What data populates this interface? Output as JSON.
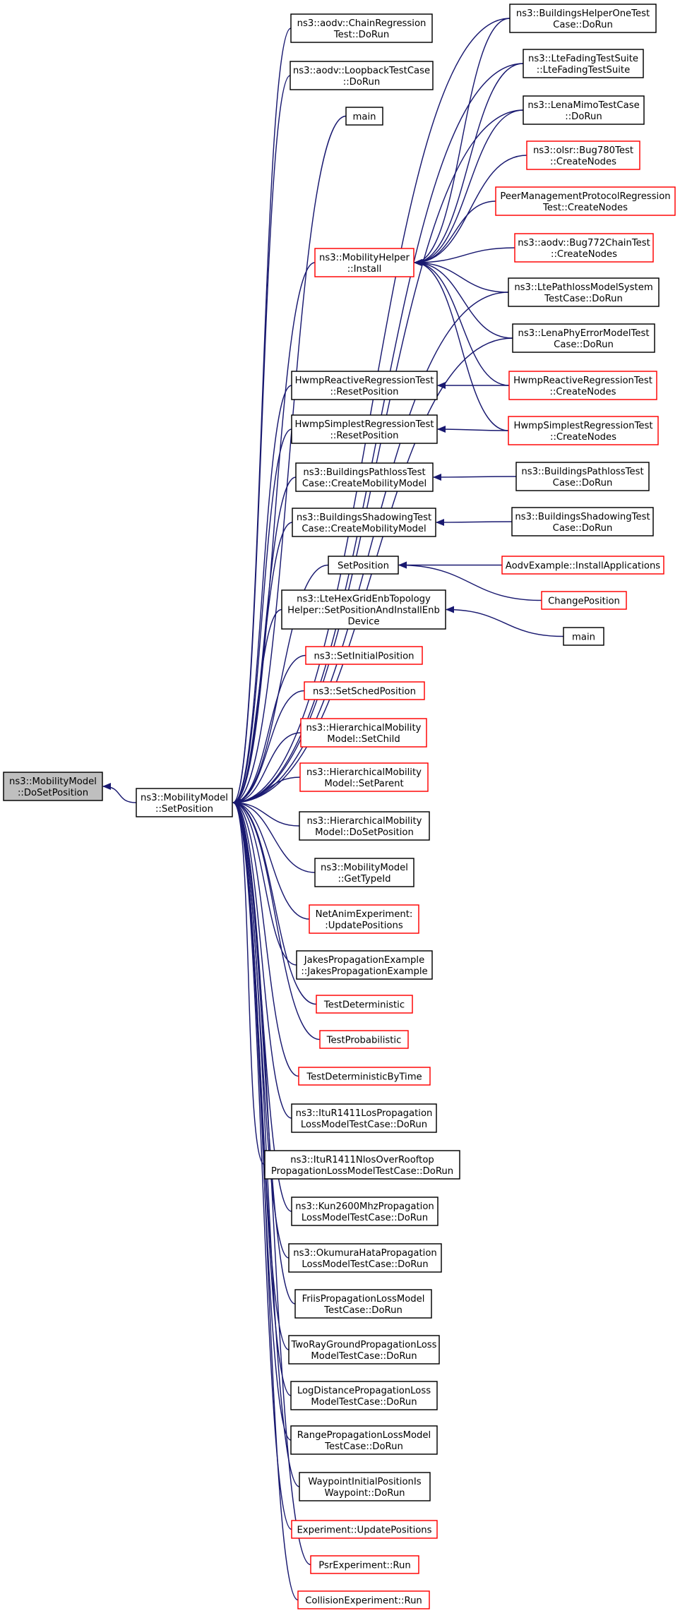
{
  "colors": {
    "edge": "#191970",
    "border_black": "#000000",
    "border_red": "#ff0000",
    "root_fill": "#bfbfbf",
    "node_fill": "#ffffff"
  },
  "nodes": [
    {
      "id": "root",
      "lines": [
        "ns3::MobilityModel",
        "::DoSetPosition"
      ],
      "style": "root"
    },
    {
      "id": "setpos",
      "lines": [
        "ns3::MobilityModel",
        "::SetPosition"
      ],
      "style": "black"
    },
    {
      "id": "aodvchain",
      "lines": [
        "ns3::aodv::ChainRegression",
        "Test::DoRun"
      ],
      "style": "black"
    },
    {
      "id": "aodvloop",
      "lines": [
        "ns3::aodv::LoopbackTestCase",
        "::DoRun"
      ],
      "style": "black"
    },
    {
      "id": "main1",
      "lines": [
        "main"
      ],
      "style": "black"
    },
    {
      "id": "install",
      "lines": [
        "ns3::MobilityHelper",
        "::Install"
      ],
      "style": "red"
    },
    {
      "id": "hwmpreset",
      "lines": [
        "HwmpReactiveRegressionTest",
        "::ResetPosition"
      ],
      "style": "black"
    },
    {
      "id": "hwmpsimreset",
      "lines": [
        "HwmpSimplestRegressionTest",
        "::ResetPosition"
      ],
      "style": "black"
    },
    {
      "id": "bpathmodel",
      "lines": [
        "ns3::BuildingsPathlossTest",
        "Case::CreateMobilityModel"
      ],
      "style": "black"
    },
    {
      "id": "bshadmodel",
      "lines": [
        "ns3::BuildingsShadowingTest",
        "Case::CreateMobilityModel"
      ],
      "style": "black"
    },
    {
      "id": "setposition",
      "lines": [
        "SetPosition"
      ],
      "style": "black"
    },
    {
      "id": "ltehex",
      "lines": [
        "ns3::LteHexGridEnbTopology",
        "Helper::SetPositionAndInstallEnb",
        "Device"
      ],
      "style": "black"
    },
    {
      "id": "setinit",
      "lines": [
        "ns3::SetInitialPosition"
      ],
      "style": "red"
    },
    {
      "id": "setsched",
      "lines": [
        "ns3::SetSchedPosition"
      ],
      "style": "red"
    },
    {
      "id": "hiersetchild",
      "lines": [
        "ns3::HierarchicalMobility",
        "Model::SetChild"
      ],
      "style": "red"
    },
    {
      "id": "hiersetparent",
      "lines": [
        "ns3::HierarchicalMobility",
        "Model::SetParent"
      ],
      "style": "red"
    },
    {
      "id": "hierdoset",
      "lines": [
        "ns3::HierarchicalMobility",
        "Model::DoSetPosition"
      ],
      "style": "black"
    },
    {
      "id": "gettypeid",
      "lines": [
        "ns3::MobilityModel",
        "::GetTypeId"
      ],
      "style": "black"
    },
    {
      "id": "netanim",
      "lines": [
        "NetAnimExperiment:",
        ":UpdatePositions"
      ],
      "style": "red"
    },
    {
      "id": "jakes",
      "lines": [
        "JakesPropagationExample",
        "::JakesPropagationExample"
      ],
      "style": "black"
    },
    {
      "id": "testdet",
      "lines": [
        "TestDeterministic"
      ],
      "style": "red"
    },
    {
      "id": "testprob",
      "lines": [
        "TestProbabilistic"
      ],
      "style": "red"
    },
    {
      "id": "testdetbytime",
      "lines": [
        "TestDeterministicByTime"
      ],
      "style": "red"
    },
    {
      "id": "itulos",
      "lines": [
        "ns3::ItuR1411LosPropagation",
        "LossModelTestCase::DoRun"
      ],
      "style": "black"
    },
    {
      "id": "itunlos",
      "lines": [
        "ns3::ItuR1411NlosOverRooftop",
        "PropagationLossModelTestCase::DoRun"
      ],
      "style": "black"
    },
    {
      "id": "kun",
      "lines": [
        "ns3::Kun2600MhzPropagation",
        "LossModelTestCase::DoRun"
      ],
      "style": "black"
    },
    {
      "id": "okumura",
      "lines": [
        "ns3::OkumuraHataPropagation",
        "LossModelTestCase::DoRun"
      ],
      "style": "black"
    },
    {
      "id": "friis",
      "lines": [
        "FriisPropagationLossModel",
        "TestCase::DoRun"
      ],
      "style": "black"
    },
    {
      "id": "tworay",
      "lines": [
        "TwoRayGroundPropagationLoss",
        "ModelTestCase::DoRun"
      ],
      "style": "black"
    },
    {
      "id": "logdist",
      "lines": [
        "LogDistancePropagationLoss",
        "ModelTestCase::DoRun"
      ],
      "style": "black"
    },
    {
      "id": "range",
      "lines": [
        "RangePropagationLossModel",
        "TestCase::DoRun"
      ],
      "style": "black"
    },
    {
      "id": "waypoint",
      "lines": [
        "WaypointInitialPositionIs",
        "Waypoint::DoRun"
      ],
      "style": "black"
    },
    {
      "id": "expupdate",
      "lines": [
        "Experiment::UpdatePositions"
      ],
      "style": "red"
    },
    {
      "id": "psr",
      "lines": [
        "PsrExperiment::Run"
      ],
      "style": "red"
    },
    {
      "id": "collision",
      "lines": [
        "CollisionExperiment::Run"
      ],
      "style": "red"
    },
    {
      "id": "bhelperone",
      "lines": [
        "ns3::BuildingsHelperOneTest",
        "Case::DoRun"
      ],
      "style": "black"
    },
    {
      "id": "ltefading",
      "lines": [
        "ns3::LteFadingTestSuite",
        "::LteFadingTestSuite"
      ],
      "style": "black"
    },
    {
      "id": "lenamimo",
      "lines": [
        "ns3::LenaMimoTestCase",
        "::DoRun"
      ],
      "style": "black"
    },
    {
      "id": "olsrbug",
      "lines": [
        "ns3::olsr::Bug780Test",
        "::CreateNodes"
      ],
      "style": "red"
    },
    {
      "id": "peermgmt",
      "lines": [
        "PeerManagementProtocolRegression",
        "Test::CreateNodes"
      ],
      "style": "red"
    },
    {
      "id": "aodvbug",
      "lines": [
        "ns3::aodv::Bug772ChainTest",
        "::CreateNodes"
      ],
      "style": "red"
    },
    {
      "id": "ltepath",
      "lines": [
        "ns3::LtePathlossModelSystem",
        "TestCase::DoRun"
      ],
      "style": "black"
    },
    {
      "id": "lenaphy",
      "lines": [
        "ns3::LenaPhyErrorModelTest",
        "Case::DoRun"
      ],
      "style": "black"
    },
    {
      "id": "hwmpcreate",
      "lines": [
        "HwmpReactiveRegressionTest",
        "::CreateNodes"
      ],
      "style": "red"
    },
    {
      "id": "hwmpsimcreate",
      "lines": [
        "HwmpSimplestRegressionTest",
        "::CreateNodes"
      ],
      "style": "red"
    },
    {
      "id": "bpathrun",
      "lines": [
        "ns3::BuildingsPathlossTest",
        "Case::DoRun"
      ],
      "style": "black"
    },
    {
      "id": "bshadrun",
      "lines": [
        "ns3::BuildingsShadowingTest",
        "Case::DoRun"
      ],
      "style": "black"
    },
    {
      "id": "aodvinstall",
      "lines": [
        "AodvExample::InstallApplications"
      ],
      "style": "red"
    },
    {
      "id": "changepos",
      "lines": [
        "ChangePosition"
      ],
      "style": "red"
    },
    {
      "id": "main2",
      "lines": [
        "main"
      ],
      "style": "black"
    }
  ],
  "edges": [
    {
      "from": "setpos",
      "to": "root"
    },
    {
      "from": "aodvchain",
      "to": "setpos"
    },
    {
      "from": "aodvloop",
      "to": "setpos"
    },
    {
      "from": "main1",
      "to": "setpos"
    },
    {
      "from": "install",
      "to": "setpos"
    },
    {
      "from": "hwmpreset",
      "to": "setpos"
    },
    {
      "from": "hwmpsimreset",
      "to": "setpos"
    },
    {
      "from": "bpathmodel",
      "to": "setpos"
    },
    {
      "from": "bshadmodel",
      "to": "setpos"
    },
    {
      "from": "setposition",
      "to": "setpos"
    },
    {
      "from": "ltehex",
      "to": "setpos"
    },
    {
      "from": "setinit",
      "to": "setpos"
    },
    {
      "from": "setsched",
      "to": "setpos"
    },
    {
      "from": "hiersetchild",
      "to": "setpos"
    },
    {
      "from": "hiersetparent",
      "to": "setpos"
    },
    {
      "from": "hierdoset",
      "to": "setpos"
    },
    {
      "from": "gettypeid",
      "to": "setpos"
    },
    {
      "from": "netanim",
      "to": "setpos"
    },
    {
      "from": "jakes",
      "to": "setpos"
    },
    {
      "from": "testdet",
      "to": "setpos"
    },
    {
      "from": "testprob",
      "to": "setpos"
    },
    {
      "from": "testdetbytime",
      "to": "setpos"
    },
    {
      "from": "itulos",
      "to": "setpos"
    },
    {
      "from": "itunlos",
      "to": "setpos"
    },
    {
      "from": "kun",
      "to": "setpos"
    },
    {
      "from": "okumura",
      "to": "setpos"
    },
    {
      "from": "friis",
      "to": "setpos"
    },
    {
      "from": "tworay",
      "to": "setpos"
    },
    {
      "from": "logdist",
      "to": "setpos"
    },
    {
      "from": "range",
      "to": "setpos"
    },
    {
      "from": "waypoint",
      "to": "setpos"
    },
    {
      "from": "expupdate",
      "to": "setpos"
    },
    {
      "from": "psr",
      "to": "setpos"
    },
    {
      "from": "collision",
      "to": "setpos"
    },
    {
      "from": "bhelperone",
      "to": "setpos"
    },
    {
      "from": "ltefading",
      "to": "setpos"
    },
    {
      "from": "lenamimo",
      "to": "setpos"
    },
    {
      "from": "ltepath",
      "to": "setpos"
    },
    {
      "from": "lenaphy",
      "to": "setpos"
    },
    {
      "from": "bhelperone",
      "to": "install"
    },
    {
      "from": "ltefading",
      "to": "install"
    },
    {
      "from": "lenamimo",
      "to": "install"
    },
    {
      "from": "olsrbug",
      "to": "install"
    },
    {
      "from": "peermgmt",
      "to": "install"
    },
    {
      "from": "aodvbug",
      "to": "install"
    },
    {
      "from": "ltepath",
      "to": "install"
    },
    {
      "from": "lenaphy",
      "to": "install"
    },
    {
      "from": "hwmpcreate",
      "to": "install"
    },
    {
      "from": "hwmpsimcreate",
      "to": "install"
    },
    {
      "from": "hwmpcreate",
      "to": "hwmpreset"
    },
    {
      "from": "hwmpsimcreate",
      "to": "hwmpsimreset"
    },
    {
      "from": "bpathrun",
      "to": "bpathmodel"
    },
    {
      "from": "bshadrun",
      "to": "bshadmodel"
    },
    {
      "from": "aodvinstall",
      "to": "setposition"
    },
    {
      "from": "changepos",
      "to": "setposition"
    },
    {
      "from": "main2",
      "to": "ltehex"
    }
  ]
}
